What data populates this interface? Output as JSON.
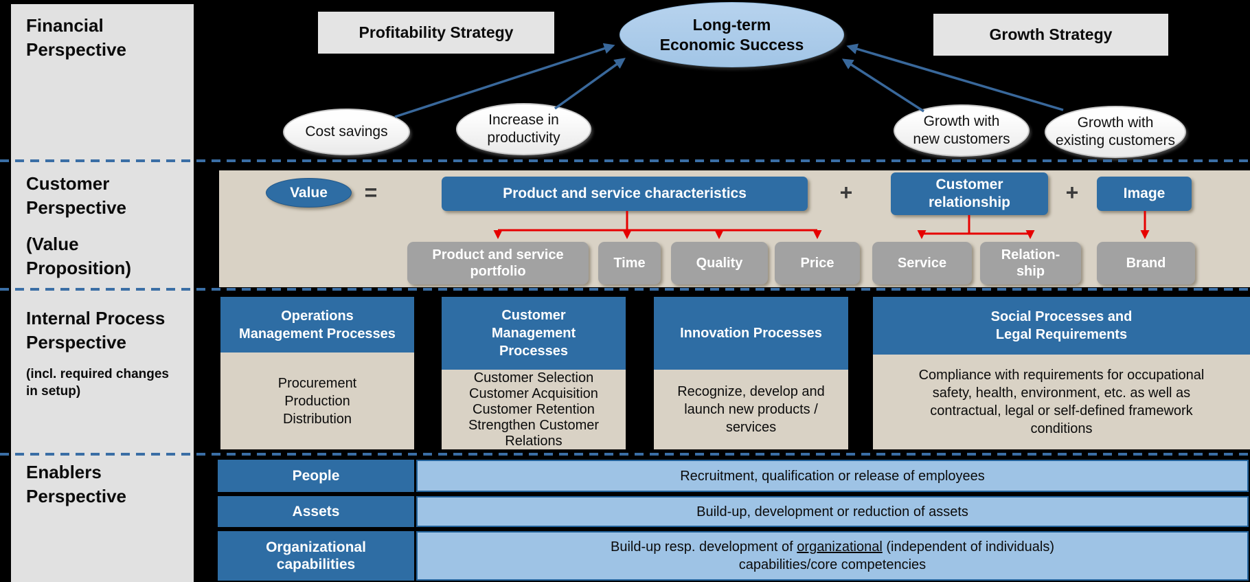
{
  "colors": {
    "sidebar_gray": "#E1E1E1",
    "strategy_box_gray": "#E4E4E4",
    "pale_blue": "#A2C5E6",
    "steel_blue": "#2E6DA4",
    "light_blue": "#9EC3E5",
    "beige": "#D9D2C5",
    "gray_box": "#A2A2A2",
    "red_arrow": "#E60000",
    "blue_arrow": "#39689B",
    "dashed_line": "#3A6EA5"
  },
  "sidebar": {
    "financial": "Financial\nPerspective",
    "customer": "Customer\nPerspective",
    "customer_sub": "(Value\nProposition)",
    "internal": "Internal Process\nPerspective",
    "internal_sub": "(incl. required changes\nin setup)",
    "enablers": "Enablers\nPerspective"
  },
  "financial": {
    "profitability_label": "Profitability Strategy",
    "growth_label": "Growth Strategy",
    "goal_label": "Long-term\nEconomic Success",
    "drivers": [
      {
        "label": "Cost savings"
      },
      {
        "label": "Increase in\nproductivity"
      },
      {
        "label": "Growth with\nnew customers"
      },
      {
        "label": "Growth with\nexisting customers"
      }
    ]
  },
  "customer": {
    "value_label": "Value",
    "equals_sign": "=",
    "plus_sign": "+",
    "components": [
      {
        "label": "Product and service characteristics"
      },
      {
        "label": "Customer\nrelationship"
      },
      {
        "label": "Image"
      }
    ],
    "attributes": [
      {
        "label": "Product and service\nportfolio"
      },
      {
        "label": "Time"
      },
      {
        "label": "Quality"
      },
      {
        "label": "Price"
      },
      {
        "label": "Service"
      },
      {
        "label": "Relation-\nship"
      },
      {
        "label": "Brand"
      }
    ]
  },
  "process": {
    "columns": [
      {
        "header": "Operations\nManagement Processes",
        "body": "Procurement\nProduction\nDistribution"
      },
      {
        "header": "Customer\nManagement\nProcesses",
        "body": "Customer Selection\nCustomer Acquisition\nCustomer Retention\nStrengthen Customer\nRelations"
      },
      {
        "header": "Innovation Processes",
        "body": "Recognize, develop and\nlaunch new products /\nservices"
      },
      {
        "header": "Social Processes and\nLegal Requirements",
        "body": "Compliance with requirements for occupational\nsafety, health, environment, etc. as well as\ncontractual, legal or self-defined framework\nconditions"
      }
    ]
  },
  "enablers": {
    "rows": [
      {
        "label": "People",
        "text": "Recruitment, qualification or release of employees"
      },
      {
        "label": "Assets",
        "text": "Build-up, development or reduction of assets"
      },
      {
        "label": "Organizational\ncapabilities",
        "text_prefix": "Build-up resp. development of ",
        "text_underline": "organizational",
        "text_suffix": " (independent of individuals)\ncapabilities/core competencies"
      }
    ]
  }
}
